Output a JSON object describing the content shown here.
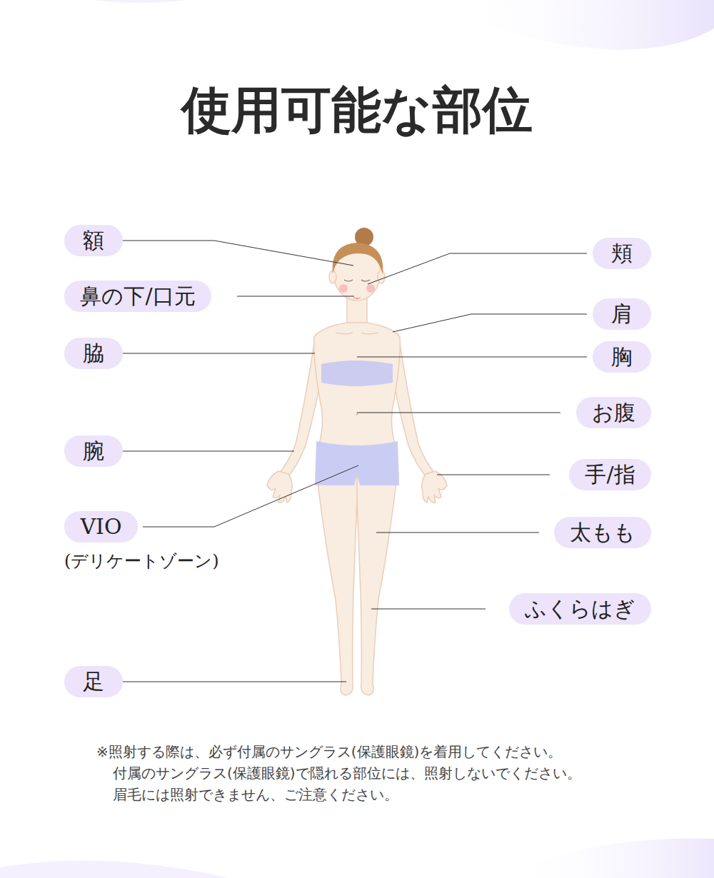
{
  "diagram": {
    "title": "使用可能な部位",
    "nodes": [
      {
        "text": [
          "額"
        ]
      },
      {
        "text": [
          "頬"
        ]
      },
      {
        "text": [
          "鼻の下/口元"
        ]
      },
      {
        "text": [
          "肩"
        ]
      },
      {
        "text": [
          "脇"
        ]
      },
      {
        "text": [
          "胸"
        ]
      },
      {
        "text": [
          "お腹"
        ]
      },
      {
        "text": [
          "腕"
        ]
      },
      {
        "text": [
          "手/指"
        ]
      },
      {
        "text": [
          "VIO"
        ]
      },
      {
        "text": [
          "太もも"
        ]
      },
      {
        "text": [
          "ふくらはぎ"
        ]
      },
      {
        "text": [
          "足"
        ]
      }
    ],
    "labels": [
      "(デリケートゾーン)",
      "※照射する際は、必ず付属のサングラス(保護眼鏡)を着用してください。",
      "付属のサングラス(保護眼鏡)で隠れる部位には、照射しないでください。",
      "眉毛には照射できません、ご注意ください。"
    ]
  }
}
